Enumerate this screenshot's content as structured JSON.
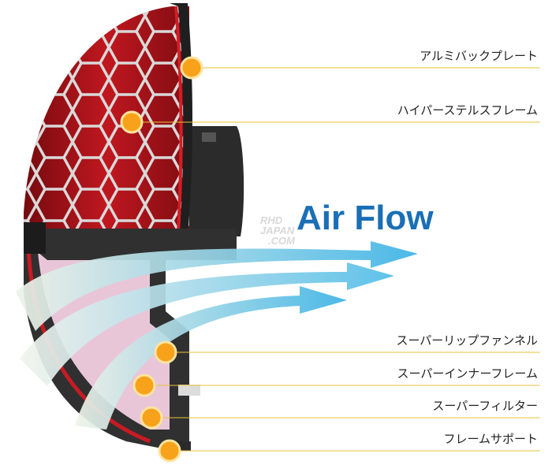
{
  "watermark": [
    "RHD",
    "JAPAN",
    ".COM"
  ],
  "airflow_label": "Air Flow",
  "parts": [
    {
      "label": "アルミバックプレート",
      "marker_color": "#f7a21a"
    },
    {
      "label": "ハイパーステルスフレーム",
      "marker_color": "#f7a21a"
    },
    {
      "label": "スーパーリップファンネル",
      "marker_color": "#f7a21a"
    },
    {
      "label": "スーパーインナーフレーム",
      "marker_color": "#f7a21a"
    },
    {
      "label": "スーパーフィルター",
      "marker_color": "#f7a21a"
    },
    {
      "label": "フレームサポート",
      "marker_color": "#f7a21a"
    }
  ],
  "colors": {
    "filter_red": "#b3141c",
    "frame_dark": "#2a2a2a",
    "leader_line": "#e8c23a",
    "airflow_text": "#1a6fb6",
    "arrow_blue": "#3fb5e6",
    "pink_filter": "#e8c6d8"
  }
}
